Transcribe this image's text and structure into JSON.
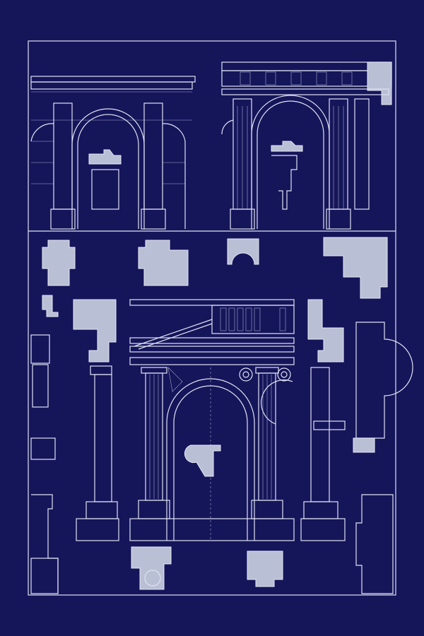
{
  "colors": {
    "background": "#15155a",
    "line": "#dfe3f2",
    "hatch_fill": "#b9bfd4"
  },
  "drawings": [
    {
      "name": "upper-left-arcade-elevation"
    },
    {
      "name": "upper-right-arcade-elevation"
    },
    {
      "name": "pier-plan-sections"
    },
    {
      "name": "main-arch-elevation"
    },
    {
      "name": "left-cornice-profiles"
    },
    {
      "name": "right-cornice-profiles"
    },
    {
      "name": "base-plan-sections"
    }
  ]
}
